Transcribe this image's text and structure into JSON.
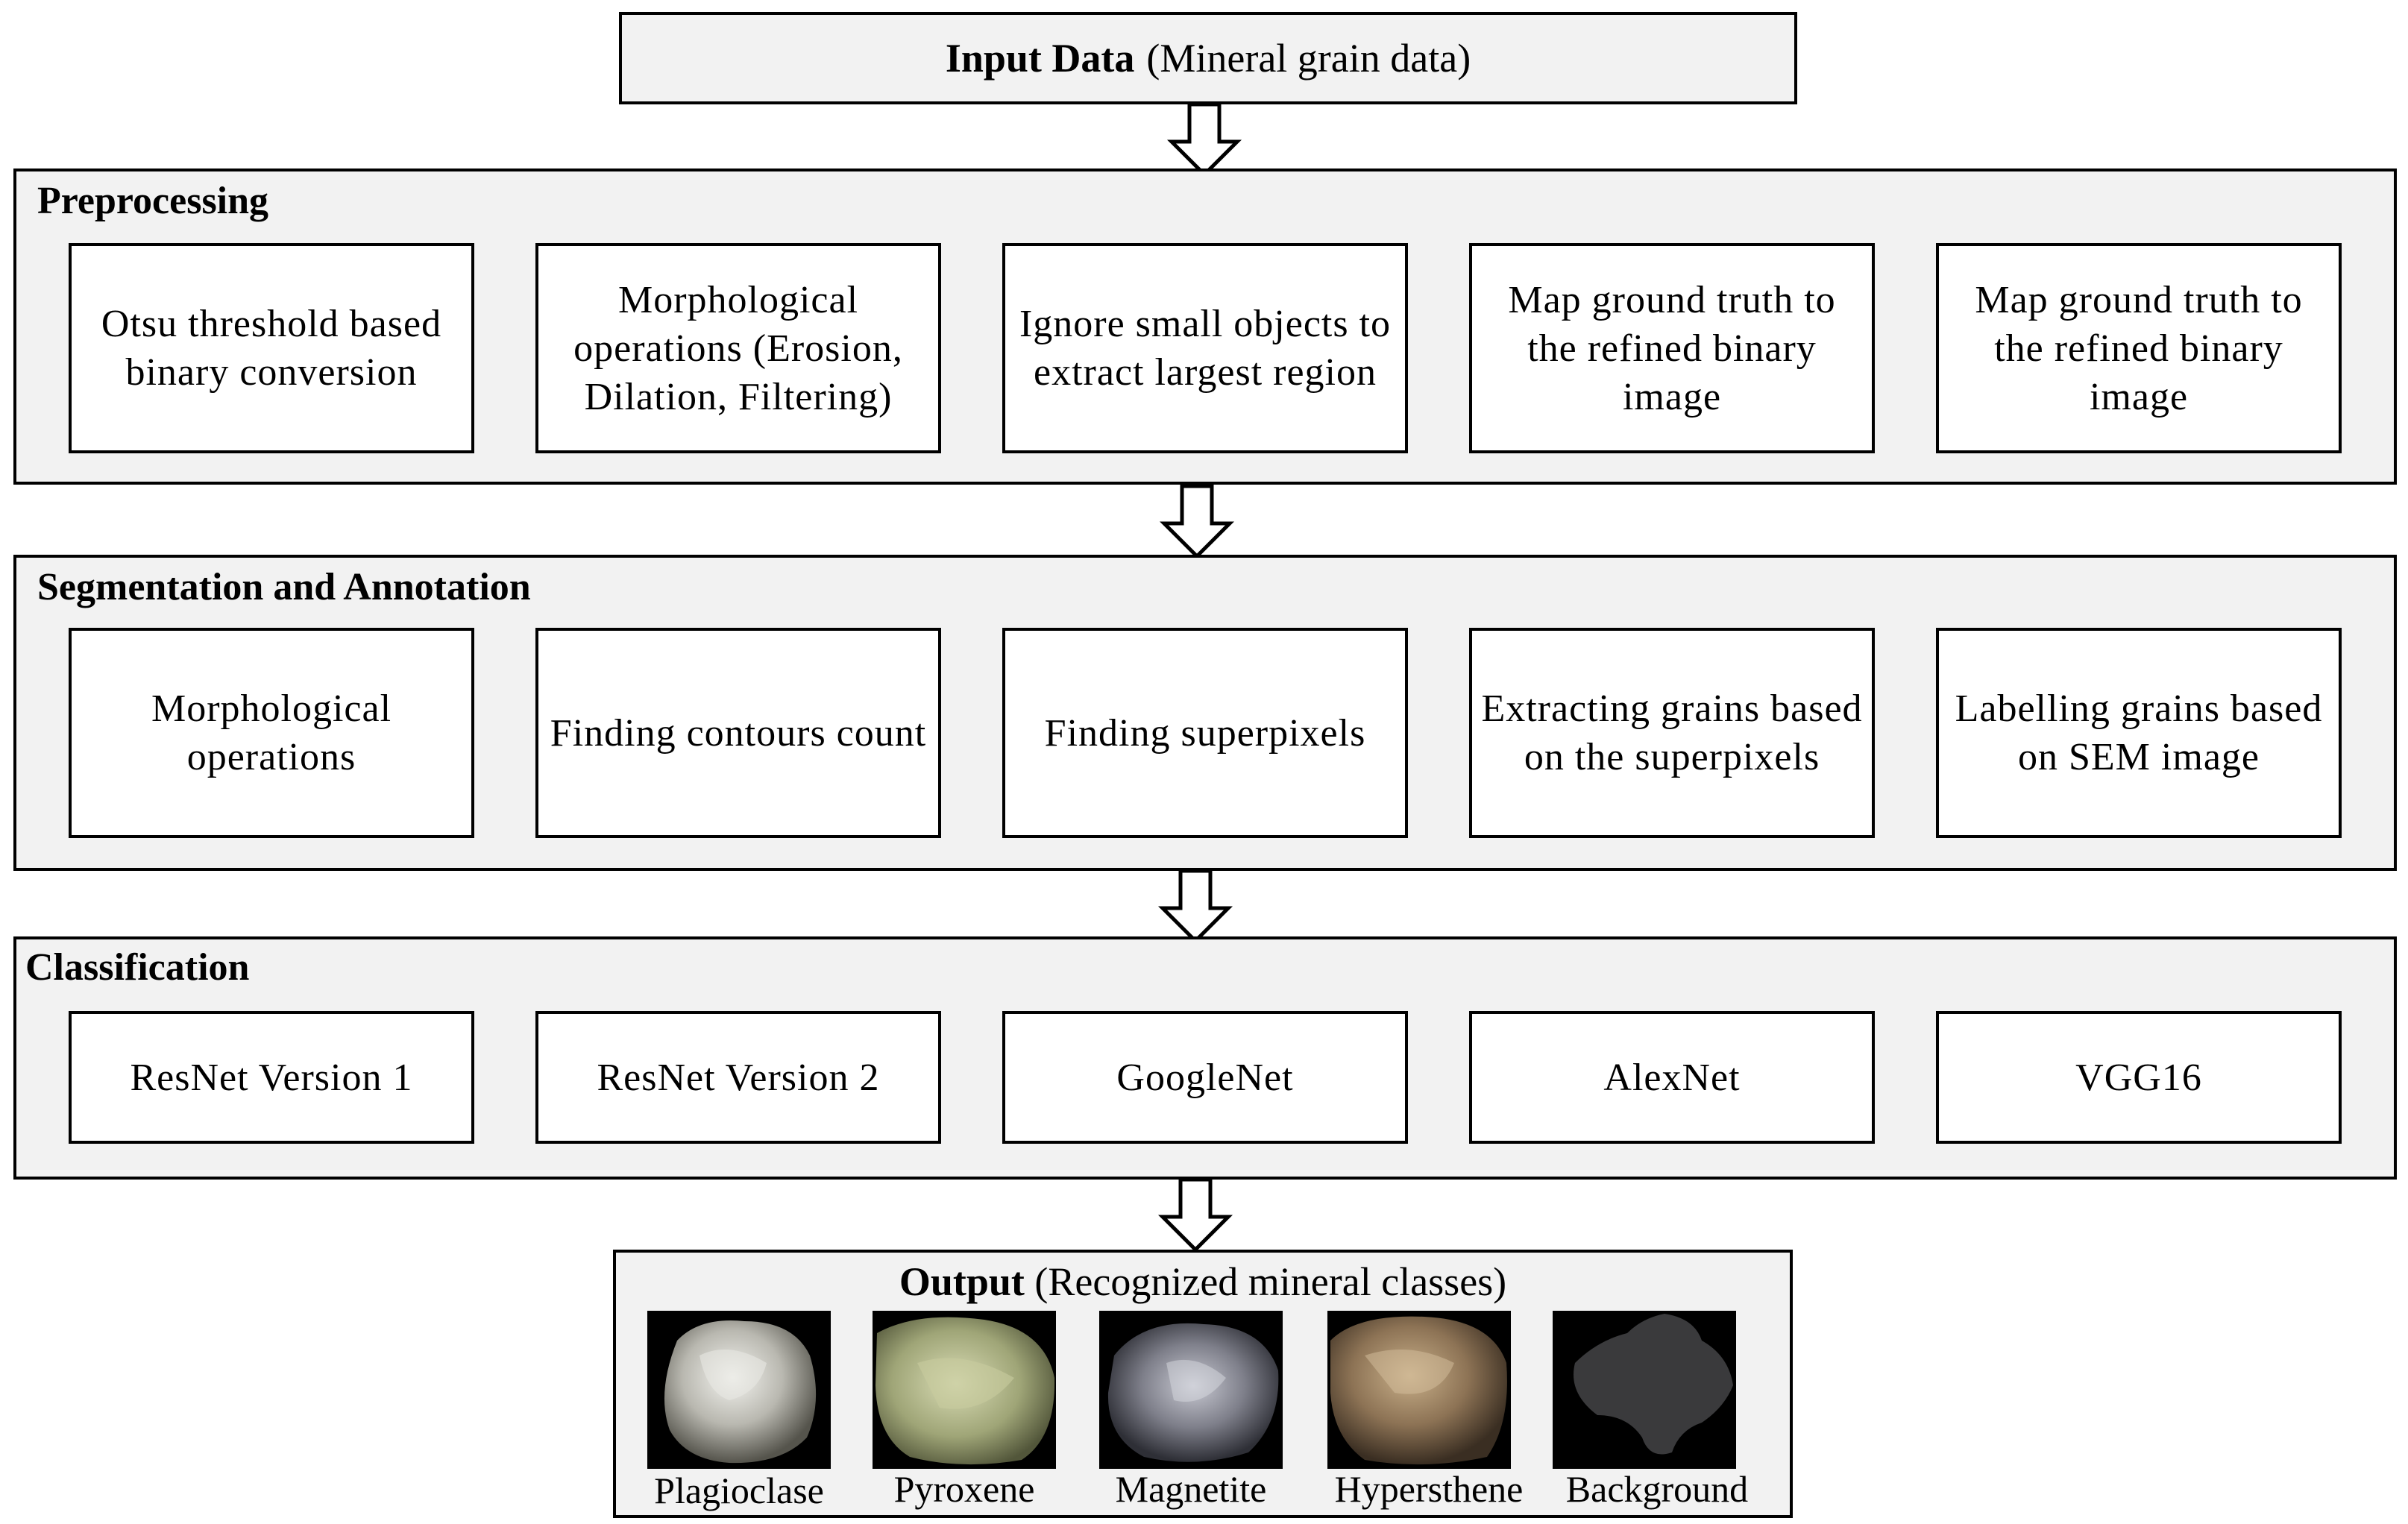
{
  "input": {
    "title": "Input Data",
    "subtitle": "(Mineral grain data)"
  },
  "stages": [
    {
      "title": "Preprocessing",
      "steps": [
        "Otsu threshold based binary conversion",
        "Morphological operations (Erosion, Dilation, Filtering)",
        "Ignore small objects to extract largest region",
        "Map ground truth to the refined binary image",
        "Map ground truth to the refined binary image"
      ]
    },
    {
      "title": "Segmentation and Annotation",
      "steps": [
        "Morphological operations",
        "Finding contours count",
        "Finding superpixels",
        "Extracting grains based on the superpixels",
        "Labelling grains based on SEM image"
      ]
    },
    {
      "title": "Classification",
      "steps": [
        "ResNet Version 1",
        "ResNet Version 2",
        "GoogleNet",
        "AlexNet",
        "VGG16"
      ]
    }
  ],
  "output": {
    "title": "Output",
    "subtitle": "(Recognized mineral classes)",
    "classes": [
      "Plagioclase",
      "Pyroxene",
      "Magnetite",
      "Hypersthene",
      "Background"
    ]
  }
}
